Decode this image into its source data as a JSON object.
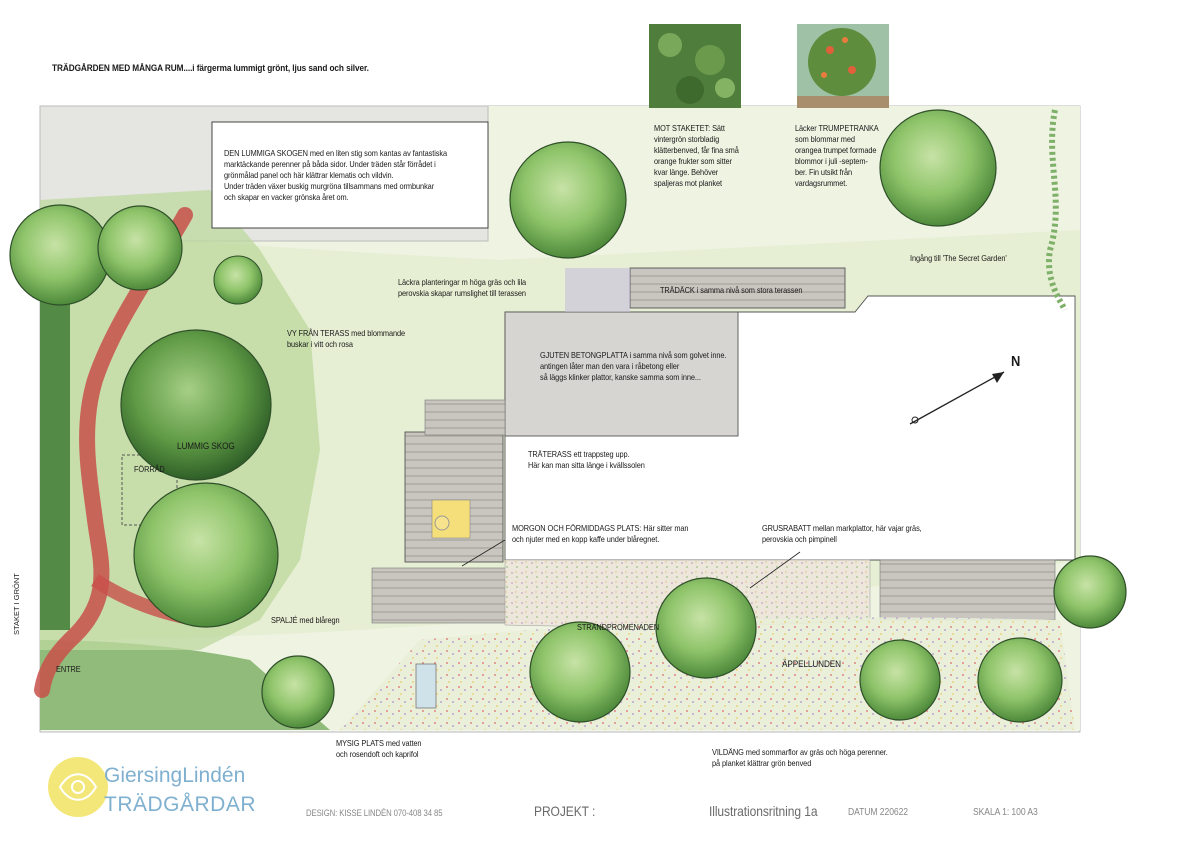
{
  "title": "TRÄDGÅRDEN MED MÅNGA RUM....i färgerma lummigt grönt, ljus sand och silver.",
  "notes": {
    "lummiga_skogen": [
      "DEN LUMMIGA SKOGEN med en liten stig som kantas av fantastiska",
      "marktäckande perenner på båda sidor. Under träden står förrådet i",
      "grönmålad panel och här klättrar klematis och vildvin.",
      "Under träden växer buskig murgröna tillsammans med ormbunkar",
      "och skapar en vacker grönska året om."
    ],
    "mot_staketet": [
      "MOT STAKETET: Sätt",
      "vintergrön storbladig",
      "klätterbenved, får fina små",
      "orange frukter som sitter",
      "kvar länge. Behöver",
      "spaljeras mot planket"
    ],
    "trumpetranka": [
      "Läcker TRUMPETRANKA",
      "som blommar med",
      "orangea trumpet formade",
      "blommor i juli -septem-",
      "ber. Fin utsikt från",
      "vardagsrummet."
    ],
    "ingang": "Ingång till 'The Secret Garden'",
    "lackra": [
      "Läckra planteringar m höga gräs och lila",
      "perovskia skapar rumslighet till terassen"
    ],
    "tradack": "TRÄDÄCK i samma nivå som stora terassen",
    "vy": [
      "VY FRÅN TERASS med blommande",
      "buskar i vitt och rosa"
    ],
    "betong": [
      "GJUTEN BETONGPLATTA i samma nivå som golvet inne.",
      "antingen låter man den vara i råbetong eller",
      "så läggs klinker plattor, kanske samma som inne..."
    ],
    "traterass": [
      "TRÄTERASS ett trappsteg upp.",
      "Här kan man sitta länge i kvällssolen"
    ],
    "morgon": [
      "MORGON OCH FÖRMIDDAGS PLATS: Här sitter man",
      "och njuter  med en kopp kaffe under blåregnet."
    ],
    "grusrabatt": [
      "GRUSRABATT mellan markplattor, här vajar gräs,",
      "perovskia och pimpinell"
    ],
    "lummig_skog": "LUMMIG SKOG",
    "forrad": "FÖRRÅD",
    "spalje": "SPALJÉ med blåregn",
    "strandpromenaden": "STRANDPROMENADEN",
    "appellunden": "ÄPPELLUNDEN",
    "entre": "ENTRE",
    "staket": "STAKET I GRÖNT",
    "mysig": [
      "MYSIG PLATS med vatten",
      "och rosendoft och kaprifol"
    ],
    "vildang": [
      "VILDÄNG med sommarflor av gräs och höga perenner.",
      "på planket klättrar grön benved"
    ],
    "north": "N",
    "logo": {
      "line1": "GiersingLindén",
      "line2": "TRÄDGÅRDAR"
    },
    "footer": {
      "design": "DESIGN: KISSE LINDÉN 070-408 34 85",
      "projekt": "PROJEKT :",
      "ritning": "Illustrationsritning 1a",
      "datum": "DATUM  220622",
      "skala": "SKALA 1: 100  A3"
    },
    "colors": {
      "tree": "#8fc46a",
      "path": "#c8504a",
      "lawn": "#dde9c7",
      "logo": "#7fb0cf",
      "logo_sun": "#f3e46a"
    }
  }
}
